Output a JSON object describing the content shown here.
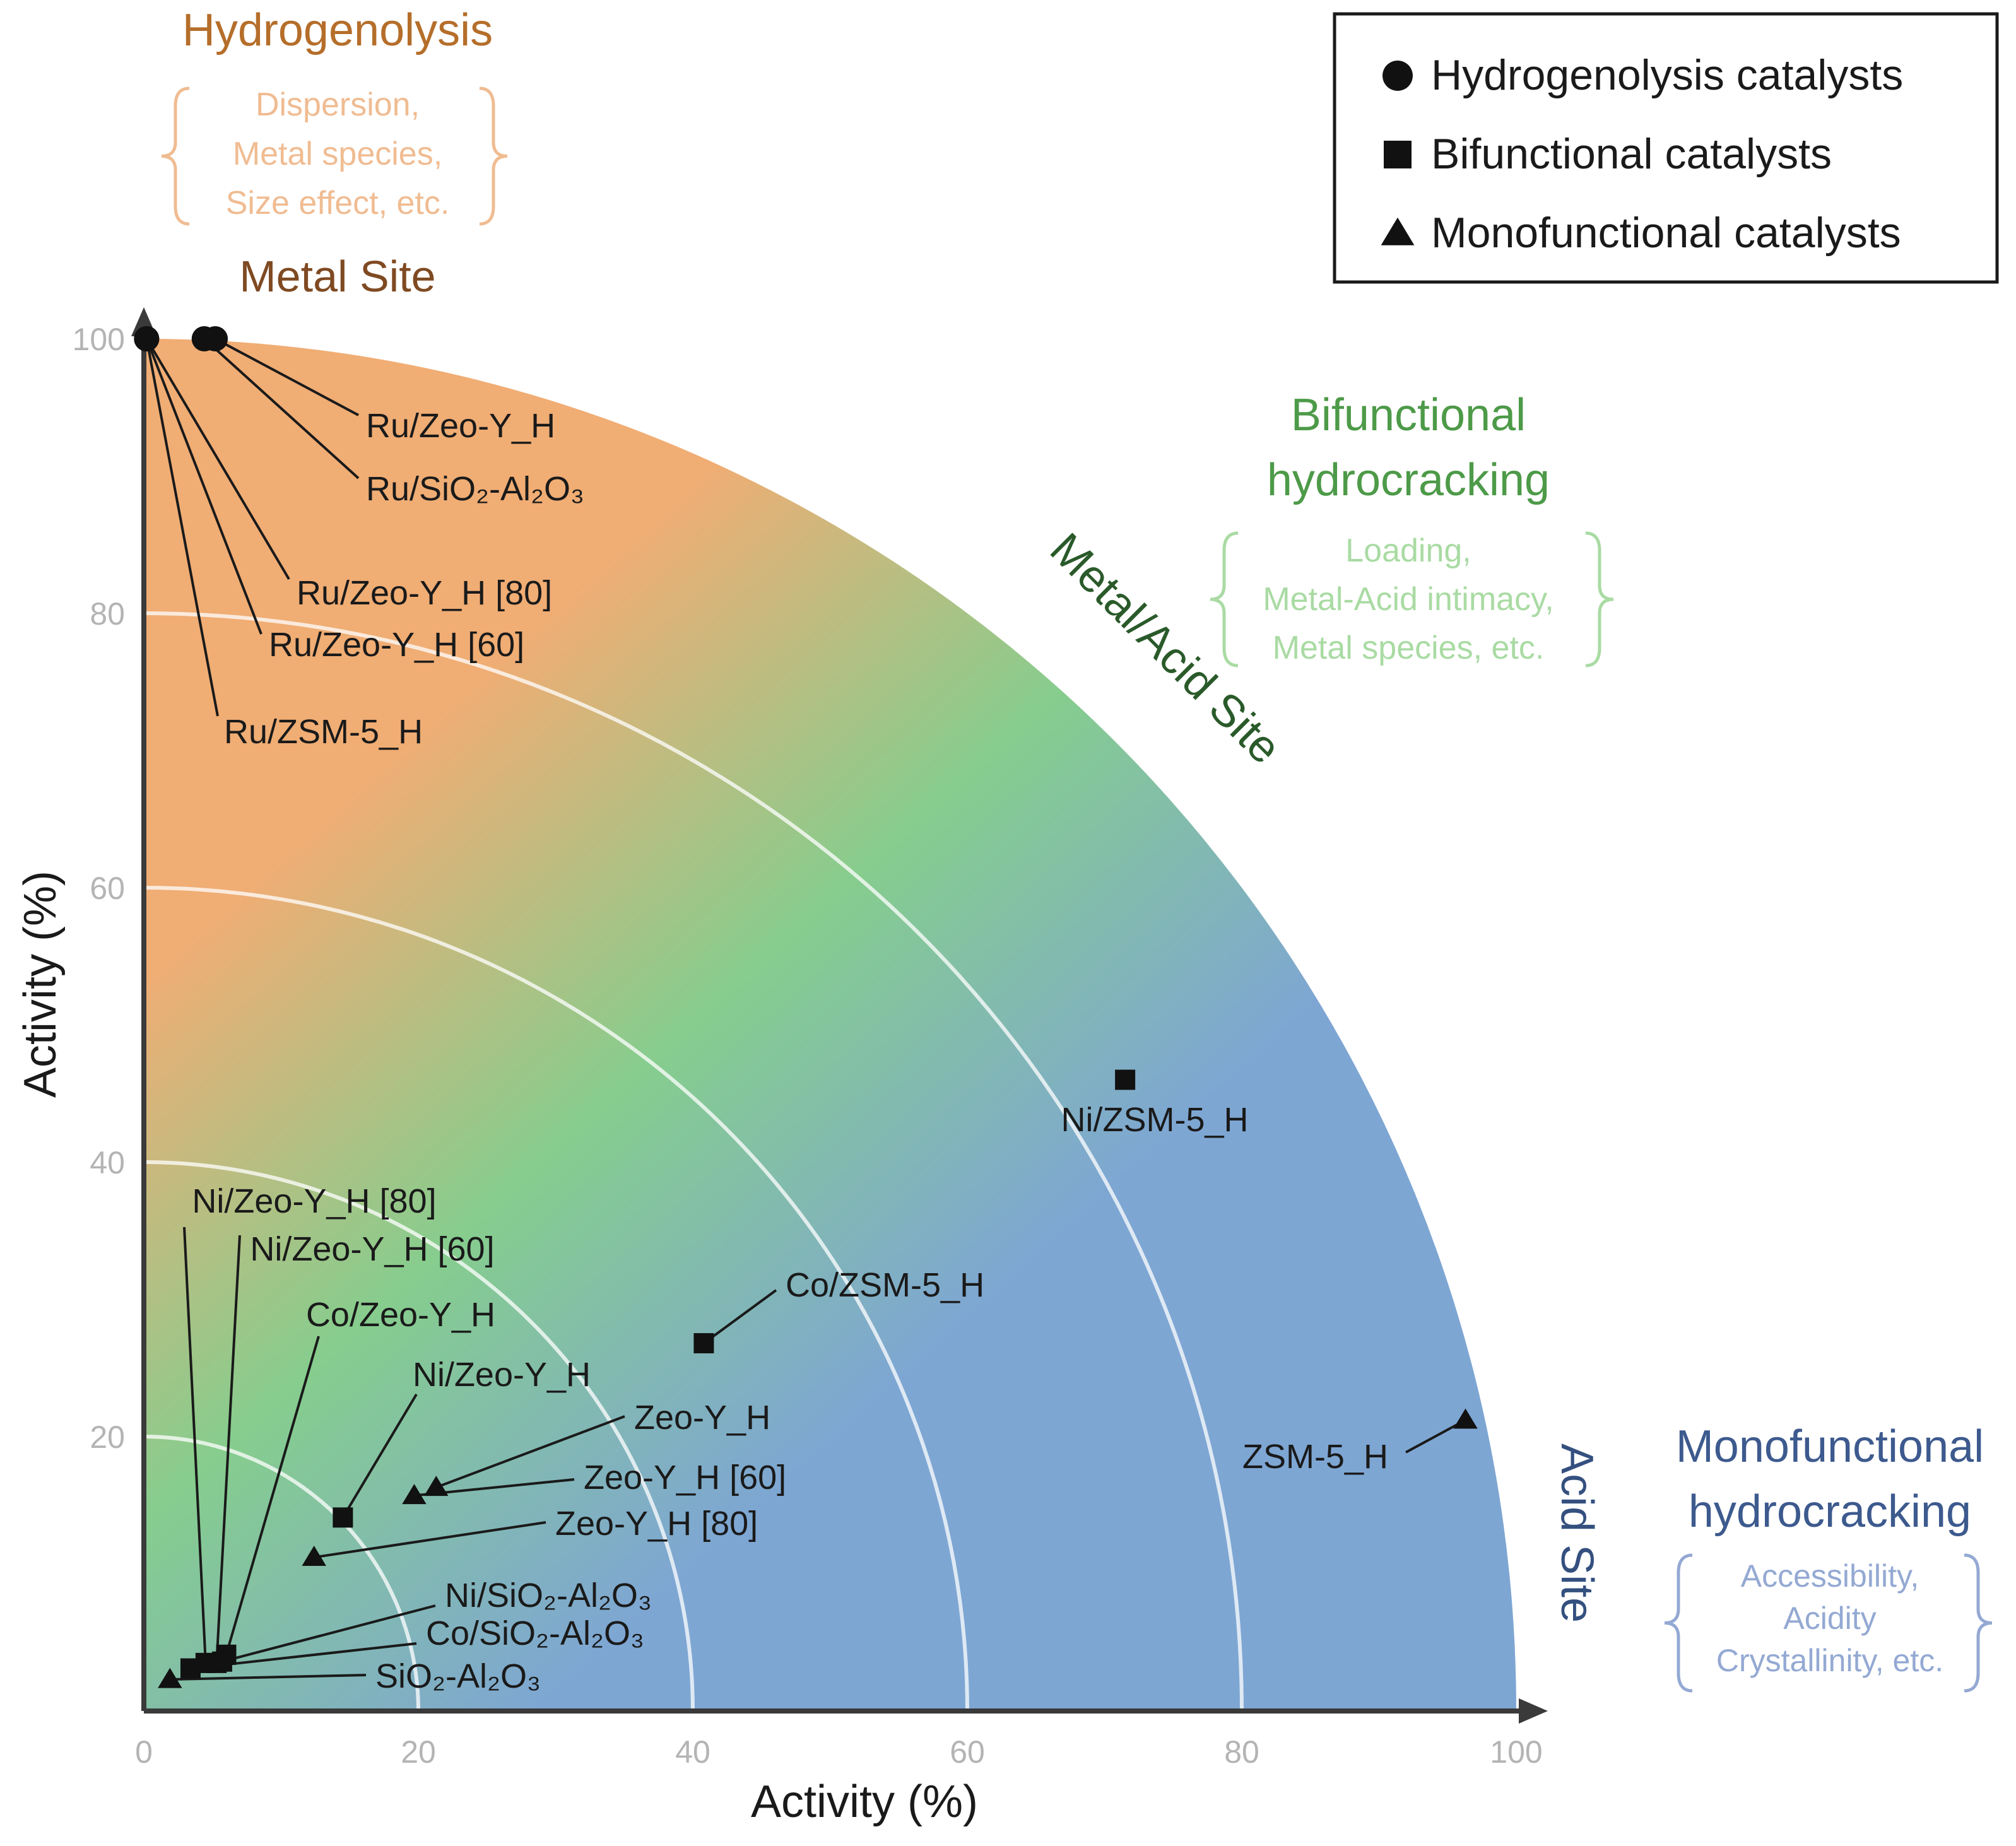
{
  "chart_data": {
    "type": "scatter",
    "xlabel": "Activity (%)",
    "ylabel": "Activity (%)",
    "xlim": [
      0,
      100
    ],
    "ylim": [
      0,
      100
    ],
    "x_ticks": [
      "0",
      "20",
      "40",
      "60",
      "80",
      "100"
    ],
    "y_ticks": [
      "20",
      "40",
      "60",
      "80",
      "100"
    ],
    "grid": "concentric arcs at 20, 40, 60, 80",
    "legend_position": "top-right",
    "legend": [
      {
        "marker": "circle",
        "label": "Hydrogenolysis catalysts"
      },
      {
        "marker": "square",
        "label": "Bifunctional catalysts"
      },
      {
        "marker": "triangle",
        "label": "Monofunctional catalysts"
      }
    ],
    "regions": {
      "metal": {
        "heading": "Hydrogenolysis",
        "factors": [
          "Dispersion,",
          "Metal species,",
          "Size effect, etc."
        ],
        "site": "Metal Site",
        "color": "#f0ad74"
      },
      "bifunctional": {
        "heading": [
          "Bifunctional",
          "hydrocracking"
        ],
        "factors": [
          "Loading,",
          "Metal-Acid intimacy,",
          "Metal species, etc."
        ],
        "site": "Metal/Acid Site",
        "color": "#86cd8e"
      },
      "acid": {
        "heading": [
          "Monofunctional",
          "hydrocracking"
        ],
        "factors": [
          "Accessibility,",
          "Acidity",
          "Crystallinity, etc."
        ],
        "site": "Acid Site",
        "color": "#7ea6d3"
      }
    },
    "series": [
      {
        "name": "Hydrogenolysis catalysts",
        "marker": "circle",
        "points": [
          {
            "label": "Ru/Zeo-Y_H",
            "x": 5.2,
            "y": 100
          },
          {
            "label": "Ru/SiO₂-Al₂O₃",
            "x": 4.4,
            "y": 100
          },
          {
            "label": "Ru/Zeo-Y_H [80]",
            "x": 0.2,
            "y": 100
          },
          {
            "label": "Ru/Zeo-Y_H [60]",
            "x": 0.2,
            "y": 100
          },
          {
            "label": "Ru/ZSM-5_H",
            "x": 0.2,
            "y": 100
          }
        ]
      },
      {
        "name": "Bifunctional catalysts",
        "marker": "square",
        "points": [
          {
            "label": "Ni/ZSM-5_H",
            "x": 71.5,
            "y": 46.0
          },
          {
            "label": "Co/ZSM-5_H",
            "x": 40.8,
            "y": 26.8
          },
          {
            "label": "Ni/Zeo-Y_H",
            "x": 14.5,
            "y": 14.1
          },
          {
            "label": "Ni/Zeo-Y_H [80]",
            "x": 4.5,
            "y": 3.5
          },
          {
            "label": "Ni/Zeo-Y_H [60]",
            "x": 5.3,
            "y": 3.5
          },
          {
            "label": "Co/Zeo-Y_H",
            "x": 6.0,
            "y": 4.1
          },
          {
            "label": "Ni/SiO₂-Al₂O₃",
            "x": 5.7,
            "y": 3.6
          },
          {
            "label": "Co/SiO₂-Al₂O₃",
            "x": 3.4,
            "y": 3.1
          }
        ]
      },
      {
        "name": "Monofunctional catalysts",
        "marker": "triangle",
        "points": [
          {
            "label": "ZSM-5_H",
            "x": 96.3,
            "y": 21.2
          },
          {
            "label": "Zeo-Y_H",
            "x": 21.3,
            "y": 16.3
          },
          {
            "label": "Zeo-Y_H [60]",
            "x": 19.7,
            "y": 15.7
          },
          {
            "label": "Zeo-Y_H [80]",
            "x": 12.4,
            "y": 11.2
          },
          {
            "label": "SiO₂-Al₂O₃",
            "x": 1.9,
            "y": 2.3
          }
        ]
      }
    ]
  }
}
